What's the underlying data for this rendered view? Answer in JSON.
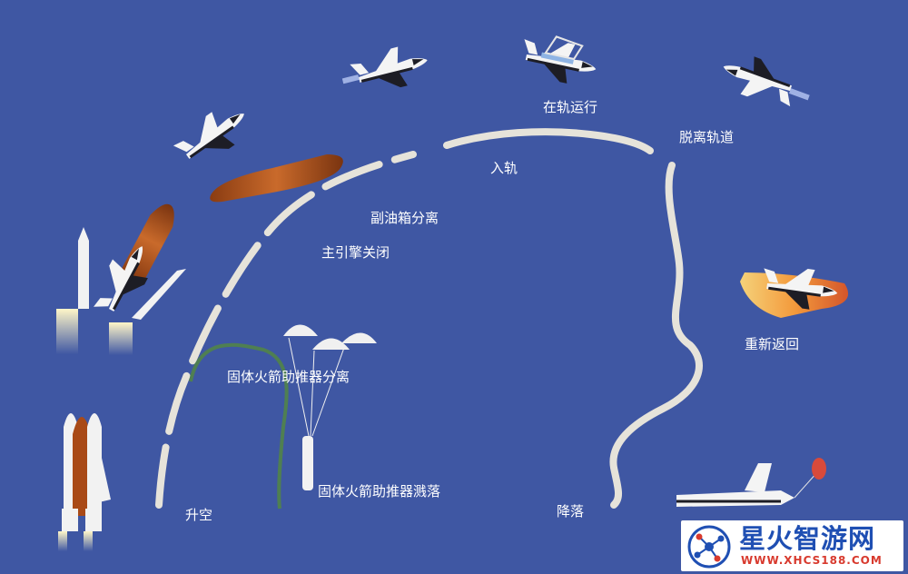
{
  "stages": {
    "liftoff": "升空",
    "srb_separation": "固体火箭助推器分离",
    "main_engine_cutoff": "主引擎关闭",
    "tank_separation": "副油箱分离",
    "orbit_insertion": "入轨",
    "on_orbit": "在轨运行",
    "deorbit": "脱离轨道",
    "reentry": "重新返回",
    "srb_splashdown": "固体火箭助推器溅落",
    "landing": "降落"
  },
  "watermark": {
    "name": "星火智游网",
    "url": "WWW.XHCS188.COM"
  },
  "colors": {
    "background": "#3f57a3",
    "trajectory": "#e6e3da",
    "srb_arc": "#4f7f52",
    "text": "#ffffff"
  }
}
